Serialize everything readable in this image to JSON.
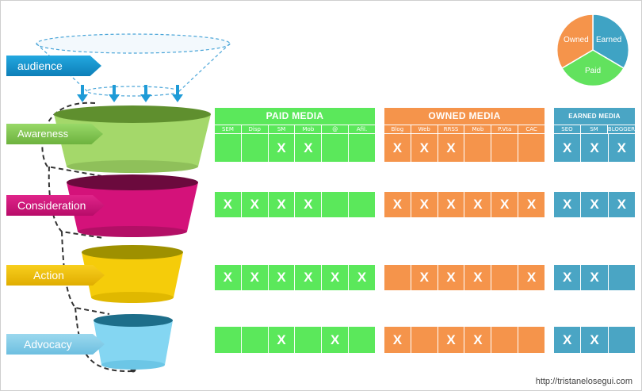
{
  "funnel": {
    "top_label": "audience",
    "stages": [
      {
        "name": "Awareness",
        "color": "#8fd05a"
      },
      {
        "name": "Consideration",
        "color": "#d4127a"
      },
      {
        "name": "Action",
        "color": "#f0c400"
      },
      {
        "name": "Advocacy",
        "color": "#7cd2ee"
      }
    ]
  },
  "pie": {
    "segments": [
      {
        "label": "Owned",
        "color": "#f5944b"
      },
      {
        "label": "Earned",
        "color": "#3fa3c4"
      },
      {
        "label": "Paid",
        "color": "#62e25e"
      }
    ]
  },
  "panels": [
    {
      "key": "paid",
      "title": "PAID MEDIA",
      "color": "#5be85b",
      "columns": [
        "SEM",
        "Disp",
        "SM",
        "Mob",
        "@",
        "Afil."
      ],
      "rows": [
        [
          "",
          "",
          "X",
          "X",
          "",
          ""
        ],
        [
          "X",
          "X",
          "X",
          "X",
          "",
          ""
        ],
        [
          "X",
          "X",
          "X",
          "X",
          "X",
          "X"
        ],
        [
          "",
          "",
          "X",
          "",
          "X",
          ""
        ]
      ]
    },
    {
      "key": "owned",
      "title": "OWNED MEDIA",
      "color": "#f5944b",
      "columns": [
        "Blog",
        "Web",
        "RRSS",
        "Mob",
        "P.Vta",
        "CAC"
      ],
      "rows": [
        [
          "X",
          "X",
          "X",
          "",
          "",
          ""
        ],
        [
          "X",
          "X",
          "X",
          "X",
          "X",
          "X"
        ],
        [
          "",
          "X",
          "X",
          "X",
          "",
          "X"
        ],
        [
          "X",
          "",
          "X",
          "X",
          "",
          ""
        ]
      ]
    },
    {
      "key": "earned",
      "title": "EARNED MEDIA",
      "color": "#4aa5c4",
      "columns": [
        "SEO",
        "SM",
        "BLOGGER"
      ],
      "rows": [
        [
          "X",
          "X",
          "X"
        ],
        [
          "X",
          "X",
          "X"
        ],
        [
          "X",
          "X",
          ""
        ],
        [
          "X",
          "X",
          ""
        ]
      ]
    }
  ],
  "footer": {
    "url": "http://tristanelosegui.com"
  }
}
